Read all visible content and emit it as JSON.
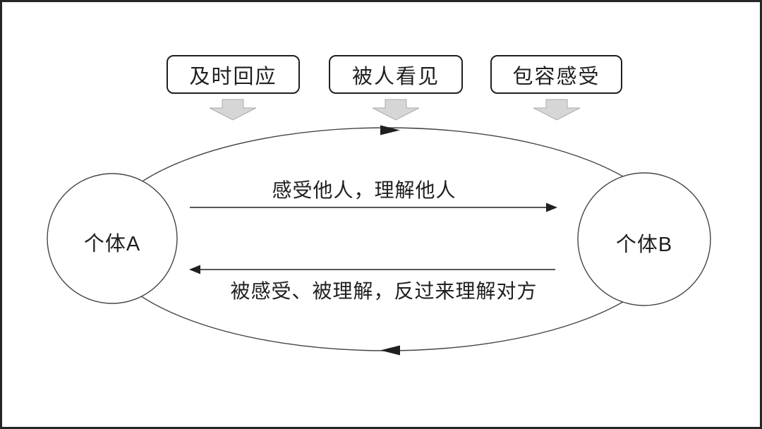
{
  "top_boxes": [
    {
      "label": "及时回应"
    },
    {
      "label": "被人看见"
    },
    {
      "label": "包容感受"
    }
  ],
  "nodes": {
    "left": {
      "label": "个体A"
    },
    "right": {
      "label": "个体B"
    }
  },
  "relations": {
    "forward": {
      "label": "感受他人，理解他人",
      "direction": "right"
    },
    "backward": {
      "label": "被感受、被理解，反过来理解对方",
      "direction": "left"
    },
    "cycle_direction": "clockwise"
  },
  "colors": {
    "background": "#ffffff",
    "frame": "#262626",
    "line": "#454545",
    "arrow": "#1f1f1f",
    "box_border": "#1f1f1f",
    "text": "#1f1f1f",
    "block_arrow_fill": "#d6d6d6",
    "block_arrow_stroke": "#ababab"
  }
}
